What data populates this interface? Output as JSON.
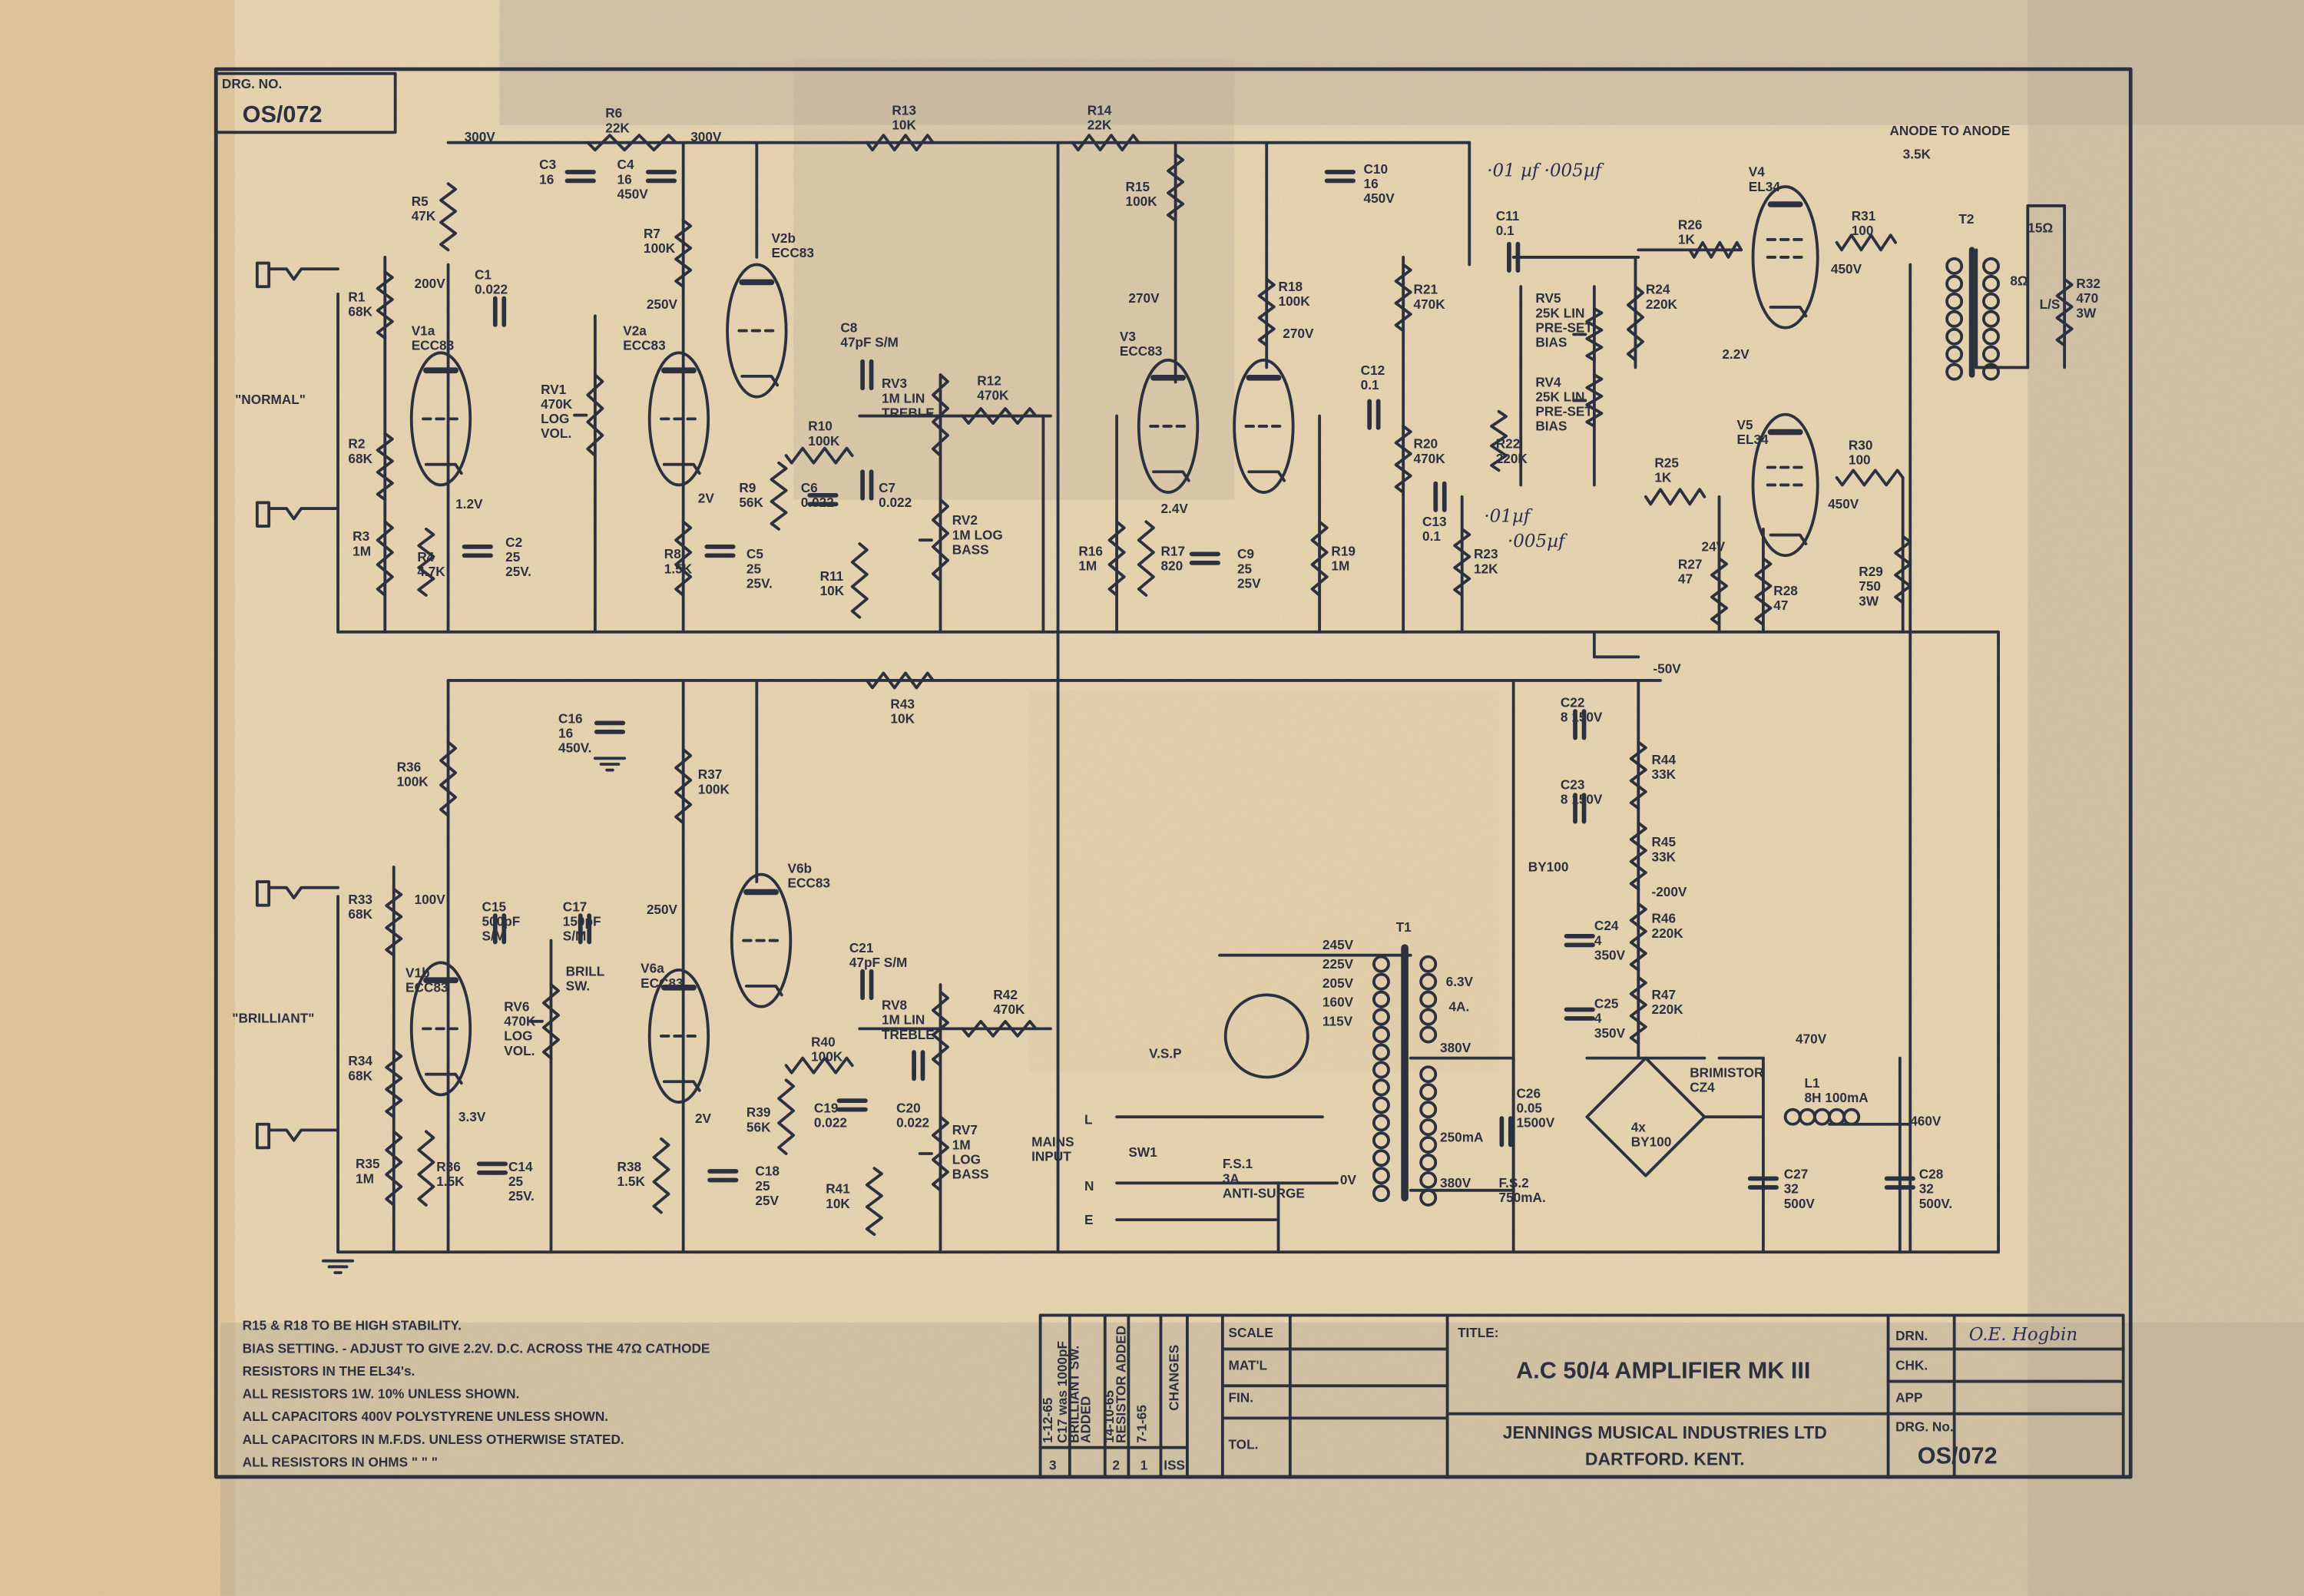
{
  "drawing_number_box": {
    "caption": "DRG. NO.",
    "value": "OS/072"
  },
  "components": {
    "R5": [
      "R5",
      "47K"
    ],
    "R6": [
      "R6",
      "22K"
    ],
    "R1": [
      "R1",
      "68K"
    ],
    "R2": [
      "R2",
      "68K"
    ],
    "R3": [
      "R3",
      "1M"
    ],
    "R4": [
      "R4",
      "4.7K"
    ],
    "R7": [
      "R7",
      "100K"
    ],
    "R8": [
      "R8",
      "1.5K"
    ],
    "R9": [
      "R9",
      "56K"
    ],
    "R10": [
      "R10",
      "100K"
    ],
    "R11": [
      "R11",
      "10K"
    ],
    "R12": [
      "R12",
      "470K"
    ],
    "R13": [
      "R13",
      "10K"
    ],
    "R14": [
      "R14",
      "22K"
    ],
    "R15": [
      "R15",
      "100K"
    ],
    "R16": [
      "R16",
      "1M"
    ],
    "R17": [
      "R17",
      "820"
    ],
    "R18": [
      "R18",
      "100K"
    ],
    "R19": [
      "R19",
      "1M"
    ],
    "R20": [
      "R20",
      "470K"
    ],
    "R21": [
      "R21",
      "470K"
    ],
    "R22": [
      "R22",
      "220K"
    ],
    "R23": [
      "R23",
      "12K"
    ],
    "R24": [
      "R24",
      "220K"
    ],
    "R25": [
      "R25",
      "1K"
    ],
    "R26": [
      "R26",
      "1K"
    ],
    "R27": [
      "R27",
      "47"
    ],
    "R28": [
      "R28",
      "47"
    ],
    "R29": [
      "R29",
      "750",
      "3W"
    ],
    "R30": [
      "R30",
      "100"
    ],
    "R31": [
      "R31",
      "100"
    ],
    "R32": [
      "R32",
      "470",
      "3W"
    ],
    "R33": [
      "R33",
      "68K"
    ],
    "R34": [
      "R34",
      "68K"
    ],
    "R35": [
      "R35",
      "1M"
    ],
    "R36": [
      "R36",
      "100K"
    ],
    "R36b": [
      "R36",
      "1.5K"
    ],
    "R37": [
      "R37",
      "100K"
    ],
    "R38": [
      "R38",
      "1.5K"
    ],
    "R39": [
      "R39",
      "56K"
    ],
    "R40": [
      "R40",
      "100K"
    ],
    "R41": [
      "R41",
      "10K"
    ],
    "R42": [
      "R42",
      "470K"
    ],
    "R43": [
      "R43",
      "10K"
    ],
    "R44": [
      "R44",
      "33K"
    ],
    "R45": [
      "R45",
      "33K"
    ],
    "R46": [
      "R46",
      "220K"
    ],
    "R47": [
      "R47",
      "220K"
    ],
    "RV1": [
      "RV1",
      "470K",
      "LOG",
      "VOL."
    ],
    "RV2": [
      "RV2",
      "1M LOG",
      "BASS"
    ],
    "RV3": [
      "RV3",
      "1M LIN",
      "TREBLE"
    ],
    "RV4": [
      "RV4",
      "25K LIN",
      "PRE-SET",
      "BIAS"
    ],
    "RV5": [
      "RV5",
      "25K LIN",
      "PRE-SET",
      "BIAS"
    ],
    "RV6": [
      "RV6",
      "470K",
      "LOG",
      "VOL."
    ],
    "RV7": [
      "RV7",
      "1M",
      "LOG",
      "BASS"
    ],
    "RV8": [
      "RV8",
      "1M LIN",
      "TREBLE"
    ],
    "C1": [
      "C1",
      "0.022"
    ],
    "C2": [
      "C2",
      "25",
      "25V."
    ],
    "C3": [
      "C3",
      "16"
    ],
    "C4": [
      "C4",
      "16",
      "450V"
    ],
    "C5": [
      "C5",
      "25",
      "25V."
    ],
    "C6": [
      "C6",
      "0.022"
    ],
    "C7": [
      "C7",
      "0.022"
    ],
    "C8": [
      "C8",
      "47pF S/M"
    ],
    "C9": [
      "C9",
      "25",
      "25V"
    ],
    "C10": [
      "C10",
      "16",
      "450V"
    ],
    "C11": [
      "C11",
      "0.1"
    ],
    "C12": [
      "C12",
      "0.1"
    ],
    "C13": [
      "C13",
      "0.1"
    ],
    "C14": [
      "C14",
      "25",
      "25V."
    ],
    "C15": [
      "C15",
      "500pF",
      "S/M"
    ],
    "C16": [
      "C16",
      "16",
      "450V."
    ],
    "C17": [
      "C17",
      "150pF",
      "S/M"
    ],
    "C18": [
      "C18",
      "25",
      "25V"
    ],
    "C19": [
      "C19",
      "0.022"
    ],
    "C20": [
      "C20",
      "0.022"
    ],
    "C21": [
      "C21",
      "47pF S/M"
    ],
    "C22": [
      "C22",
      "8  150V"
    ],
    "C23": [
      "C23",
      "8  150V"
    ],
    "C24": [
      "C24",
      "4",
      "350V"
    ],
    "C25": [
      "C25",
      "4",
      "350V"
    ],
    "C26": [
      "C26",
      "0.05",
      "1500V"
    ],
    "C27": [
      "C27",
      "32",
      "500V"
    ],
    "C28": [
      "C28",
      "32",
      "500V."
    ],
    "V1a": [
      "V1a",
      "ECC83"
    ],
    "V2a": [
      "V2a",
      "ECC83"
    ],
    "V2b": [
      "V2b",
      "ECC83"
    ],
    "V3": [
      "V3",
      "ECC83"
    ],
    "V4": [
      "V4",
      "EL34"
    ],
    "V5": [
      "V5",
      "EL34"
    ],
    "V1b": [
      "V1b",
      "ECC83"
    ],
    "V6a": [
      "V6a",
      "ECC83"
    ],
    "V6b": [
      "V6b",
      "ECC83"
    ],
    "T1": [
      "T1"
    ],
    "T2": [
      "T2"
    ],
    "L1": [
      "L1",
      "8H 100mA"
    ],
    "BY100": [
      "BY100"
    ],
    "BRIDGE": [
      "4x",
      "BY100"
    ],
    "CZ4": [
      "BRIMISTOR",
      "CZ4"
    ],
    "FS1": [
      "F.S.1",
      "3A",
      "ANTI-SURGE"
    ],
    "FS2": [
      "F.S.2",
      "750mA."
    ],
    "SW1": [
      "SW1"
    ],
    "BRILLSW": [
      "BRILL",
      "SW."
    ],
    "VSP": [
      "V.S.P"
    ]
  },
  "voltages": {
    "v300a": "300V",
    "v300b": "300V",
    "v200": "200V",
    "v250a": "250V",
    "v1_2": "1.2V",
    "v2a": "2V",
    "v270a": "270V",
    "v270b": "270V",
    "v2_4": "2.4V",
    "v2_2": "2.2V",
    "v450a": "450V",
    "v450b": "450V",
    "v24": "24V",
    "vm50": "-50V",
    "v100": "100V",
    "v250b": "250V",
    "v3_3": "3.3V",
    "v2b": "2V",
    "vm200": "-200V",
    "v470": "470V",
    "v460": "460V",
    "t245": "245V",
    "t225": "225V",
    "t205": "205V",
    "t160": "160V",
    "t115": "115V",
    "t63": "6.3V",
    "t4a": "4A.",
    "t380a": "380V",
    "t250ma": "250mA",
    "t380b": "380V",
    "t0v": "0V",
    "o15": "15Ω",
    "o8": "8Ω",
    "ls": "L/S",
    "anode": "ANODE TO ANODE",
    "anode_val": "3.5K"
  },
  "inputs": {
    "normal": "\"NORMAL\"",
    "brilliant": "\"BRILLIANT\"",
    "mains": [
      "MAINS",
      "INPUT"
    ],
    "L": "L",
    "N": "N",
    "E": "E"
  },
  "handwritten": {
    "top": "·01 µf  ·005µf",
    "mid1": "·01µf",
    "mid2": "·005µf"
  },
  "notes": [
    "R15 & R18 TO BE HIGH STABILITY.",
    "BIAS SETTING. - ADJUST TO GIVE 2.2V. D.C. ACROSS THE 47Ω CATHODE",
    "RESISTORS IN THE EL34's.",
    "ALL RESISTORS 1W. 10% UNLESS SHOWN.",
    "ALL CAPACITORS 400V POLYSTYRENE UNLESS SHOWN.",
    "ALL CAPACITORS IN M.F.DS. UNLESS OTHERWISE STATED.",
    "ALL RESISTORS IN OHMS      \"        \"        \""
  ],
  "changes": {
    "header": "CHANGES",
    "iss": "ISS.",
    "rows": [
      {
        "no": "3",
        "date": "1-12-65",
        "text": "C17 was 1000pF BRILLIANT SW. ADDED"
      },
      {
        "no": "2",
        "date": "14-10-65",
        "text": "RESISTOR ADDED"
      },
      {
        "no": "1",
        "date": "7-1-65",
        "text": ""
      }
    ]
  },
  "title_block": {
    "scale": "SCALE",
    "mat": "MAT'L",
    "fin": "FIN.",
    "tol": "TOL.",
    "title_label": "TITLE:",
    "title": "A.C 50/4   AMPLIFIER MK III",
    "company": "JENNINGS MUSICAL INDUSTRIES LTD",
    "location": "DARTFORD. KENT.",
    "drn": "DRN.",
    "drn_value": "O.E. Hogbin",
    "chk": "CHK.",
    "app": "APP",
    "drg_no_label": "DRG. No.",
    "drg_no": "OS/072"
  },
  "colors": {
    "paper": "#e6d2ad",
    "ink": "#2c3140",
    "stain": "#b8ad99"
  }
}
